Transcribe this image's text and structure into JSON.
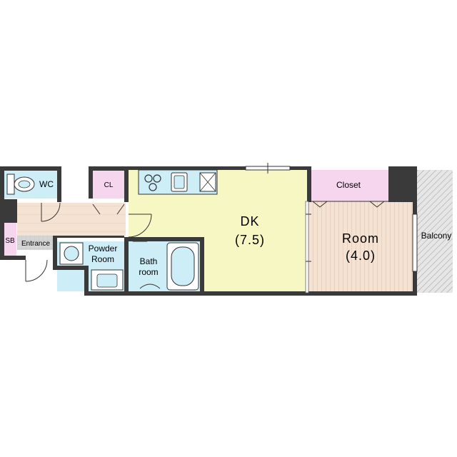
{
  "rooms": {
    "dk": {
      "name": "DK",
      "size": "(7.5)"
    },
    "room": {
      "name": "Room",
      "size": "(4.0)"
    },
    "closet": "Closet",
    "balcony": "Balcony",
    "wc": "WC",
    "cl": "CL",
    "sb": "SB",
    "entrance": "Entrance",
    "powder_line1": "Powder",
    "powder_line2": "Room",
    "bath_line1": "Bath",
    "bath_line2": "room"
  },
  "colors": {
    "wall": "#3a3a3a",
    "dk_floor": "#f6f7c2",
    "room_floor": "#f4e3d3",
    "hall_floor": "#f4e3d3",
    "wet_area": "#cdeef7",
    "storage": "#f6d5ef",
    "balcony": "#d9d9d9",
    "entrance": "#d5d5d5"
  }
}
